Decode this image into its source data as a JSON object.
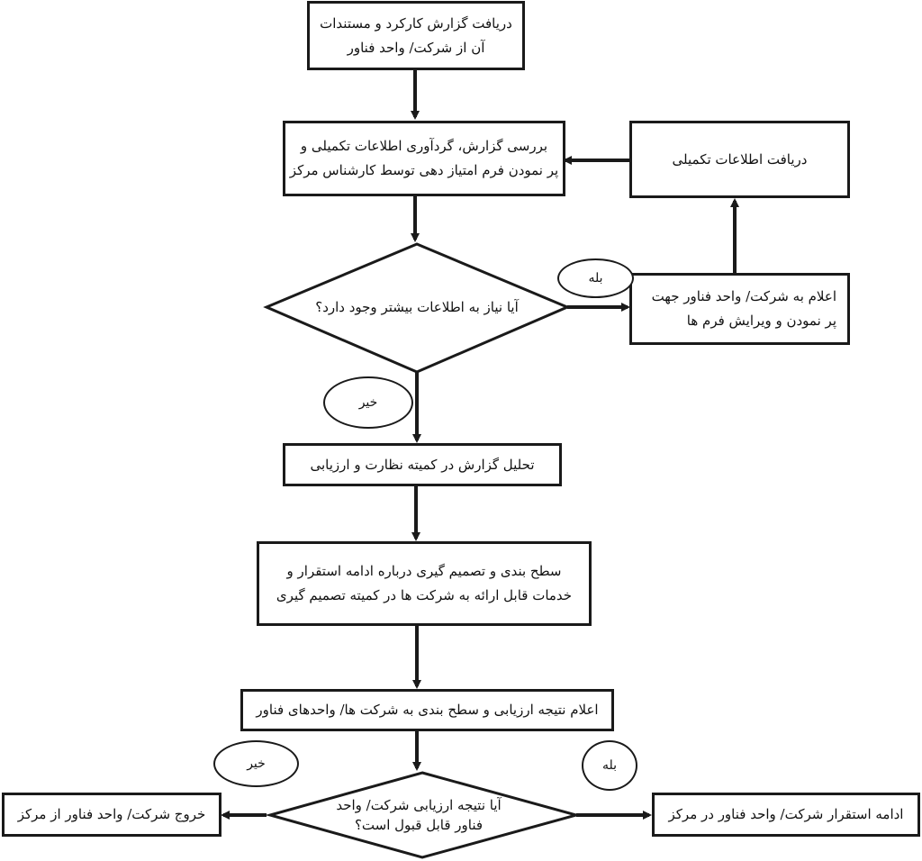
{
  "nodes": {
    "receive_report": {
      "lines": [
        "دریافت گزارش کارکرد و مستندات",
        "آن از شرکت/ واحد فناور"
      ]
    },
    "review_report": {
      "lines": [
        "بررسی گزارش، گردآوری اطلاعات تکمیلی و",
        "پر نمودن فرم امتیاز دهی توسط کارشناس مرکز"
      ]
    },
    "receive_extra": {
      "lines": [
        "دریافت اطلاعات تکمیلی"
      ]
    },
    "need_info_decision": {
      "lines": [
        "آیا نیاز به اطلاعات بیشتر وجود دارد؟"
      ]
    },
    "notify_company": {
      "lines": [
        "اعلام به شرکت/ واحد فناور جهت",
        "پر نمودن و ویرایش فرم ها"
      ]
    },
    "analyze_committee": {
      "lines": [
        "تحلیل گزارش در کمیته نظارت و ارزیابی"
      ]
    },
    "level_decision": {
      "lines": [
        "سطح بندی و تصمیم گیری درباره ادامه استقرار و",
        "خدمات قابل ارائه به شرکت ها در کمیته تصمیم گیری"
      ]
    },
    "announce_result": {
      "lines": [
        "اعلام نتیجه ارزیابی و سطح بندی به شرکت ها/ واحدهای فناور"
      ]
    },
    "acceptable_decision": {
      "lines": [
        "آیا نتیجه ارزیابی شرکت/ واحد",
        "فناور قابل قبول است؟"
      ]
    },
    "exit_company": {
      "lines": [
        "خروج شرکت/ واحد فناور از مرکز"
      ]
    },
    "continue_company": {
      "lines": [
        "ادامه استقرار شرکت/ واحد فناور در مرکز"
      ]
    }
  },
  "labels": {
    "yes_1": "بله",
    "no_1": "خیر",
    "no_2": "خیر",
    "yes_2": "بله"
  }
}
